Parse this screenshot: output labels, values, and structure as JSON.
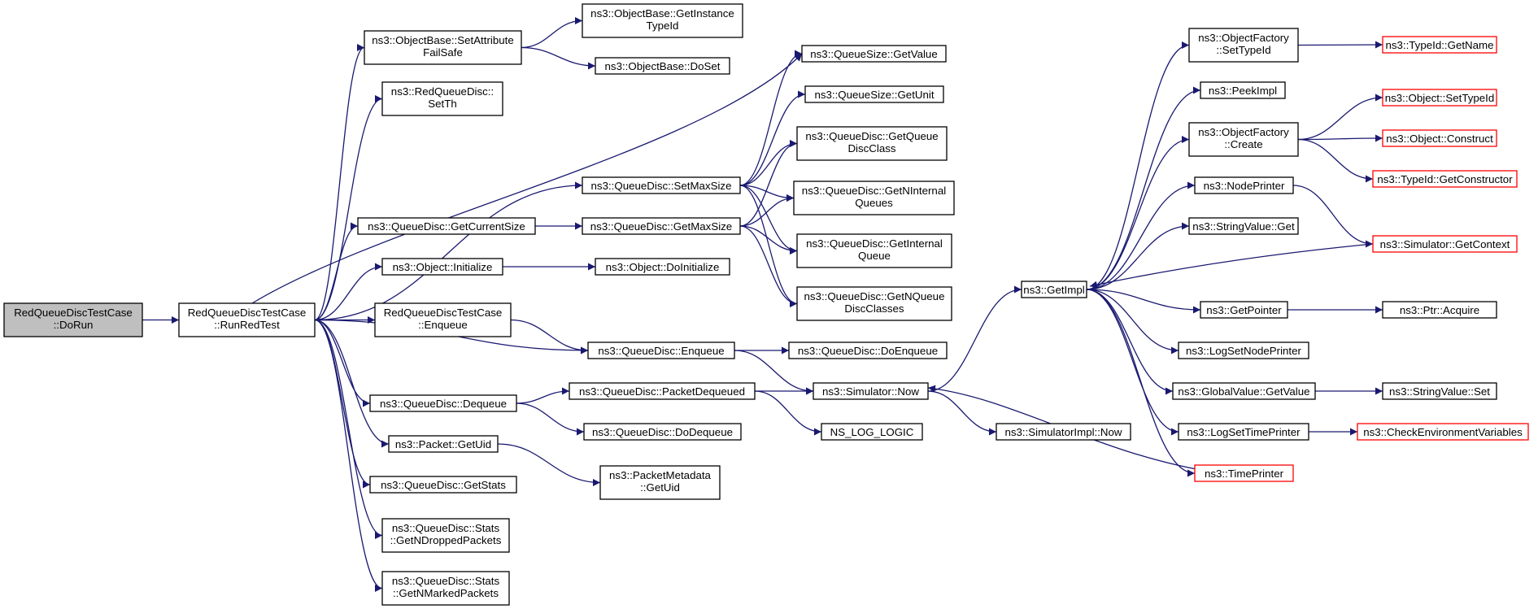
{
  "colors": {
    "edge": "#191970",
    "normal_border": "#000000",
    "truncated_border": "#ff0000",
    "root_fill": "#bfbfbf",
    "background": "#ffffff"
  },
  "nodes": [
    {
      "id": "n0",
      "lines": [
        "RedQueueDiscTestCase",
        "::DoRun"
      ],
      "style": "root"
    },
    {
      "id": "n1",
      "lines": [
        "RedQueueDiscTestCase",
        "::RunRedTest"
      ]
    },
    {
      "id": "n2",
      "lines": [
        "ns3::ObjectBase::SetAttribute",
        "FailSafe"
      ]
    },
    {
      "id": "n3",
      "lines": [
        "ns3::RedQueueDisc::",
        "SetTh"
      ]
    },
    {
      "id": "n4",
      "lines": [
        "ns3::QueueDisc::SetMaxSize"
      ]
    },
    {
      "id": "n5",
      "lines": [
        "ns3::QueueDisc::GetCurrentSize"
      ]
    },
    {
      "id": "n6",
      "lines": [
        "ns3::Object::Initialize"
      ]
    },
    {
      "id": "n7",
      "lines": [
        "RedQueueDiscTestCase",
        "::Enqueue"
      ]
    },
    {
      "id": "n8",
      "lines": [
        "ns3::QueueDisc::Dequeue"
      ]
    },
    {
      "id": "n9",
      "lines": [
        "ns3::Packet::GetUid"
      ]
    },
    {
      "id": "n10",
      "lines": [
        "ns3::QueueDisc::GetStats"
      ]
    },
    {
      "id": "n11",
      "lines": [
        "ns3::QueueDisc::Stats",
        "::GetNDroppedPackets"
      ]
    },
    {
      "id": "n12",
      "lines": [
        "ns3::QueueDisc::Stats",
        "::GetNMarkedPackets"
      ]
    },
    {
      "id": "n13",
      "lines": [
        "ns3::ObjectBase::GetInstance",
        "TypeId"
      ]
    },
    {
      "id": "n14",
      "lines": [
        "ns3::ObjectBase::DoSet"
      ]
    },
    {
      "id": "n15",
      "lines": [
        "ns3::QueueSize::GetValue"
      ]
    },
    {
      "id": "n16",
      "lines": [
        "ns3::QueueSize::GetUnit"
      ]
    },
    {
      "id": "n17",
      "lines": [
        "ns3::QueueDisc::GetQueue",
        "DiscClass"
      ]
    },
    {
      "id": "n18",
      "lines": [
        "ns3::QueueDisc::GetNInternal",
        "Queues"
      ]
    },
    {
      "id": "n19",
      "lines": [
        "ns3::QueueDisc::GetInternal",
        "Queue"
      ]
    },
    {
      "id": "n20",
      "lines": [
        "ns3::QueueDisc::GetNQueue",
        "DiscClasses"
      ]
    },
    {
      "id": "n21",
      "lines": [
        "ns3::QueueDisc::GetMaxSize"
      ]
    },
    {
      "id": "n22",
      "lines": [
        "ns3::Object::DoInitialize"
      ]
    },
    {
      "id": "n23",
      "lines": [
        "ns3::QueueDisc::Enqueue"
      ]
    },
    {
      "id": "n24",
      "lines": [
        "ns3::QueueDisc::DoEnqueue"
      ]
    },
    {
      "id": "n25",
      "lines": [
        "ns3::QueueDisc::PacketDequeued"
      ]
    },
    {
      "id": "n26",
      "lines": [
        "ns3::QueueDisc::DoDequeue"
      ]
    },
    {
      "id": "n27",
      "lines": [
        "ns3::Simulator::Now"
      ]
    },
    {
      "id": "n28",
      "lines": [
        "NS_LOG_LOGIC"
      ]
    },
    {
      "id": "n29",
      "lines": [
        "ns3::PacketMetadata",
        "::GetUid"
      ]
    },
    {
      "id": "n30",
      "lines": [
        "ns3::SimulatorImpl::Now"
      ]
    },
    {
      "id": "n31",
      "lines": [
        "ns3::GetImpl"
      ]
    },
    {
      "id": "n32",
      "lines": [
        "ns3::ObjectFactory",
        "::SetTypeId"
      ]
    },
    {
      "id": "n33",
      "lines": [
        "ns3::PeekImpl"
      ]
    },
    {
      "id": "n34",
      "lines": [
        "ns3::ObjectFactory",
        "::Create"
      ]
    },
    {
      "id": "n35",
      "lines": [
        "ns3::NodePrinter"
      ]
    },
    {
      "id": "n36",
      "lines": [
        "ns3::StringValue::Get"
      ]
    },
    {
      "id": "n37",
      "lines": [
        "ns3::GetPointer"
      ]
    },
    {
      "id": "n38",
      "lines": [
        "ns3::LogSetNodePrinter"
      ]
    },
    {
      "id": "n39",
      "lines": [
        "ns3::GlobalValue::GetValue"
      ]
    },
    {
      "id": "n40",
      "lines": [
        "ns3::LogSetTimePrinter"
      ]
    },
    {
      "id": "n41",
      "lines": [
        "ns3::TimePrinter"
      ],
      "style": "red"
    },
    {
      "id": "n42",
      "lines": [
        "ns3::TypeId::GetName"
      ],
      "style": "red"
    },
    {
      "id": "n43",
      "lines": [
        "ns3::Object::SetTypeId"
      ],
      "style": "red"
    },
    {
      "id": "n44",
      "lines": [
        "ns3::Object::Construct"
      ],
      "style": "red"
    },
    {
      "id": "n45",
      "lines": [
        "ns3::TypeId::GetConstructor"
      ],
      "style": "red"
    },
    {
      "id": "n46",
      "lines": [
        "ns3::Simulator::GetContext"
      ],
      "style": "red"
    },
    {
      "id": "n47",
      "lines": [
        "ns3::Ptr::Acquire"
      ]
    },
    {
      "id": "n48",
      "lines": [
        "ns3::StringValue::Set"
      ]
    },
    {
      "id": "n49",
      "lines": [
        "ns3::CheckEnvironmentVariables"
      ],
      "style": "red"
    }
  ],
  "edges": [
    [
      "n0",
      "n1"
    ],
    [
      "n1",
      "n2"
    ],
    [
      "n1",
      "n3"
    ],
    [
      "n1",
      "n15"
    ],
    [
      "n1",
      "n4"
    ],
    [
      "n1",
      "n5"
    ],
    [
      "n1",
      "n6"
    ],
    [
      "n1",
      "n7"
    ],
    [
      "n1",
      "n23"
    ],
    [
      "n1",
      "n8"
    ],
    [
      "n1",
      "n9"
    ],
    [
      "n1",
      "n10"
    ],
    [
      "n1",
      "n11"
    ],
    [
      "n1",
      "n12"
    ],
    [
      "n2",
      "n13"
    ],
    [
      "n2",
      "n14"
    ],
    [
      "n4",
      "n15"
    ],
    [
      "n4",
      "n16"
    ],
    [
      "n4",
      "n17"
    ],
    [
      "n4",
      "n18"
    ],
    [
      "n4",
      "n19"
    ],
    [
      "n4",
      "n20"
    ],
    [
      "n5",
      "n21"
    ],
    [
      "n21",
      "n17"
    ],
    [
      "n21",
      "n18"
    ],
    [
      "n21",
      "n19"
    ],
    [
      "n21",
      "n20"
    ],
    [
      "n6",
      "n22"
    ],
    [
      "n7",
      "n23"
    ],
    [
      "n23",
      "n24"
    ],
    [
      "n23",
      "n27"
    ],
    [
      "n8",
      "n25"
    ],
    [
      "n8",
      "n26"
    ],
    [
      "n25",
      "n27"
    ],
    [
      "n25",
      "n28"
    ],
    [
      "n9",
      "n29"
    ],
    [
      "n27",
      "n31"
    ],
    [
      "n27",
      "n30"
    ],
    [
      "n31",
      "n32"
    ],
    [
      "n31",
      "n33"
    ],
    [
      "n31",
      "n34"
    ],
    [
      "n31",
      "n35"
    ],
    [
      "n31",
      "n36"
    ],
    [
      "n31",
      "n37"
    ],
    [
      "n31",
      "n38"
    ],
    [
      "n31",
      "n39"
    ],
    [
      "n31",
      "n40"
    ],
    [
      "n31",
      "n41"
    ],
    [
      "n41",
      "n27"
    ],
    [
      "n32",
      "n42"
    ],
    [
      "n34",
      "n43"
    ],
    [
      "n34",
      "n44"
    ],
    [
      "n34",
      "n45"
    ],
    [
      "n35",
      "n46"
    ],
    [
      "n46",
      "n31"
    ],
    [
      "n37",
      "n47"
    ],
    [
      "n39",
      "n48"
    ],
    [
      "n40",
      "n49"
    ]
  ]
}
